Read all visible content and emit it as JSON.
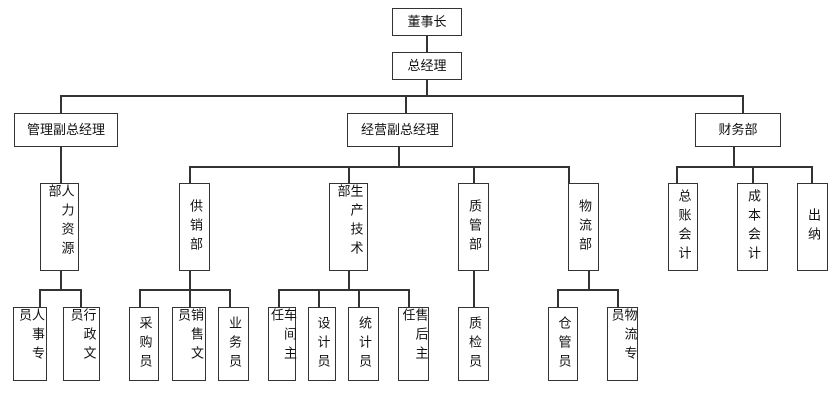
{
  "title": "组织结构图",
  "root": {
    "label": "董事长",
    "children": [
      {
        "label": "总经理",
        "children": [
          {
            "label": "管理副总经理",
            "children": [
              {
                "label": "人力资源部",
                "children": [
                  {
                    "label": "人事专员"
                  },
                  {
                    "label": "行政文员"
                  }
                ]
              }
            ]
          },
          {
            "label": "经营副总经理",
            "children": [
              {
                "label": "供销部",
                "children": [
                  {
                    "label": "采购员"
                  },
                  {
                    "label": "销售文员"
                  },
                  {
                    "label": "业务员"
                  }
                ]
              },
              {
                "label": "生产技术部",
                "children": [
                  {
                    "label": "车间主任"
                  },
                  {
                    "label": "设计员"
                  },
                  {
                    "label": "统计员"
                  },
                  {
                    "label": "售后主任"
                  }
                ]
              },
              {
                "label": "质管部",
                "children": [
                  {
                    "label": "质检员"
                  }
                ]
              },
              {
                "label": "物流部",
                "children": [
                  {
                    "label": "仓管员"
                  },
                  {
                    "label": "物流专员"
                  }
                ]
              }
            ]
          },
          {
            "label": "财务部",
            "children": [
              {
                "label": "总账会计"
              },
              {
                "label": "成本会计"
              },
              {
                "label": "出纳"
              }
            ]
          }
        ]
      }
    ]
  },
  "colors": {
    "line": "#333333",
    "box_fill": "#ffffff",
    "text": "#111111"
  }
}
